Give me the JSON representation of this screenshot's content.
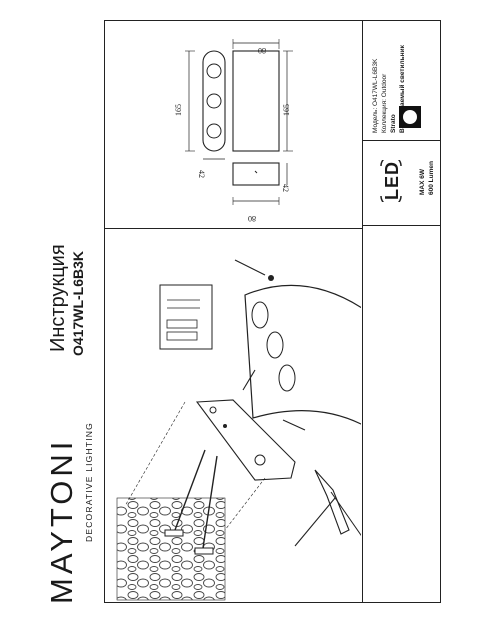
{
  "brand": {
    "logo": "MAYTONI",
    "tagline": "DECORATIVE LIGHTING"
  },
  "document": {
    "title": "Инструкция",
    "model_code": "O417WL-L6B3K"
  },
  "dimensions": {
    "width_top": "80",
    "height_side": "165",
    "height_front": "165",
    "depth": "42",
    "width_bottom": "80",
    "bottom_small": "42"
  },
  "specs": {
    "model_label": "Модель:",
    "model_value": "O417WL-L6B3K",
    "collection_label": "Коллекция:",
    "collection_value": "Outdoor",
    "series": "Strato",
    "description": "Встраиваемый светильник",
    "led": "LED",
    "max_power": "MAX 6W",
    "lumen": "600 Lumen"
  },
  "colors": {
    "line": "#222222",
    "stone": "#444444",
    "wall_fill": "#ffffff"
  }
}
